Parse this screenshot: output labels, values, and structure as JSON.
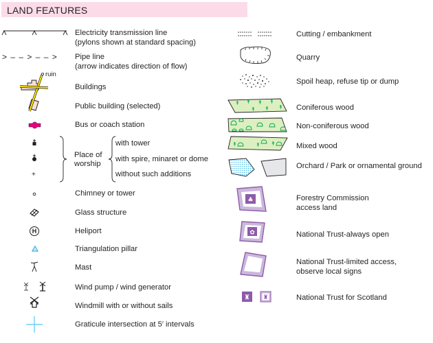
{
  "header": {
    "title": "LAND FEATURES"
  },
  "colors": {
    "header_bg": "#fcdbe8",
    "road_yellow": "#ffe600",
    "building_fill": "#f6e0d2",
    "bus_station": "#e6007e",
    "trig_pillar": "#29abe2",
    "graticule": "#6dcff6",
    "wood_fill": "#dcefc0",
    "tree_green": "#00a651",
    "orchard_dots": "#3fb6e8",
    "park_fill": "#e6e7e8",
    "access_purple": "#8e5ba8",
    "access_light": "#cbb8dd"
  },
  "left_column": {
    "items": [
      {
        "label": "Electricity transmission line",
        "sublabel": "(pylons shown at standard spacing)",
        "icon": "electricity-line-icon"
      },
      {
        "label": "Pipe line",
        "sublabel": "(arrow indicates direction of flow)",
        "icon": "pipe-line-icon",
        "symbol_text": "> – – > – – >"
      },
      {
        "label": "Buildings",
        "icon": "buildings-icon",
        "annotation": "ruin"
      },
      {
        "label": "Public building (selected)",
        "icon": "public-building-icon"
      },
      {
        "label": "Bus or coach station",
        "icon": "bus-station-icon"
      },
      {
        "label": "Chimney or tower",
        "icon": "chimney-icon"
      },
      {
        "label": "Glass structure",
        "icon": "glass-structure-icon"
      },
      {
        "label": "Heliport",
        "icon": "heliport-icon",
        "symbol_text": "H"
      },
      {
        "label": "Triangulation pillar",
        "icon": "triangulation-pillar-icon"
      },
      {
        "label": "Mast",
        "icon": "mast-icon"
      },
      {
        "label": "Wind pump / wind generator",
        "icon": "wind-pump-icon"
      },
      {
        "label": "Windmill with or without sails",
        "icon": "windmill-icon"
      },
      {
        "label": "Graticule intersection at 5′ intervals",
        "icon": "graticule-icon"
      }
    ],
    "worship": {
      "label_line1": "Place of",
      "label_line2": "worship",
      "options": [
        "with tower",
        "with spire, minaret or dome",
        "without such additions"
      ]
    }
  },
  "right_column": {
    "items": [
      {
        "label": "Cutting / embankment",
        "icon": "cutting-embankment-icon"
      },
      {
        "label": "Quarry",
        "icon": "quarry-icon"
      },
      {
        "label": "Spoil heap, refuse tip or dump",
        "icon": "spoil-heap-icon"
      },
      {
        "label": "Coniferous wood",
        "icon": "coniferous-wood-icon"
      },
      {
        "label": "Non-coniferous wood",
        "icon": "non-coniferous-wood-icon"
      },
      {
        "label": "Mixed wood",
        "icon": "mixed-wood-icon"
      },
      {
        "label": "Orchard / Park or ornamental ground",
        "icon": "orchard-park-icon"
      },
      {
        "label": "Forestry Commission",
        "sublabel": "access land",
        "icon": "forestry-commission-icon"
      },
      {
        "label": "National Trust-always open",
        "icon": "national-trust-open-icon"
      },
      {
        "label": "National Trust-limited access,",
        "sublabel": "observe local signs",
        "icon": "national-trust-limited-icon"
      },
      {
        "label": "National Trust for Scotland",
        "icon": "national-trust-scotland-icon"
      }
    ]
  }
}
